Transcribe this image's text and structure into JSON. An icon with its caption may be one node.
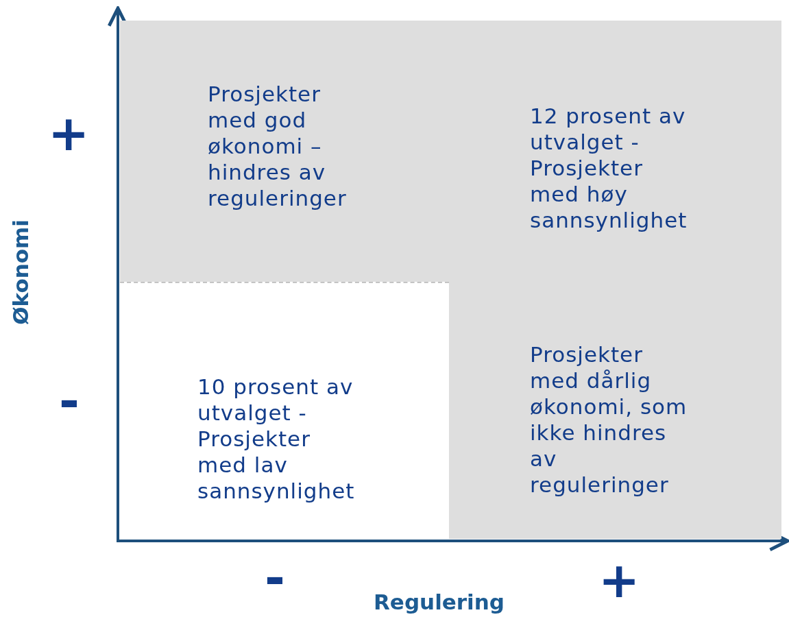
{
  "diagram": {
    "nodes": [
      {
        "text": [
          "Prosjekter med god økonomi – hindres av reguleringer",
          "12 prosent av utvalget - Prosjekter med høy sannsynlighet",
          "Prosjekter med dårlig økonomi, som ikke hindres av reguleringer"
        ]
      },
      {
        "text": [
          "10 prosent av utvalget - Prosjekter med lav sannsynlighet"
        ],
        "in": 0
      }
    ],
    "labels": [
      "+",
      "Økonomi",
      "-",
      "-",
      "+",
      "Regulering"
    ]
  }
}
